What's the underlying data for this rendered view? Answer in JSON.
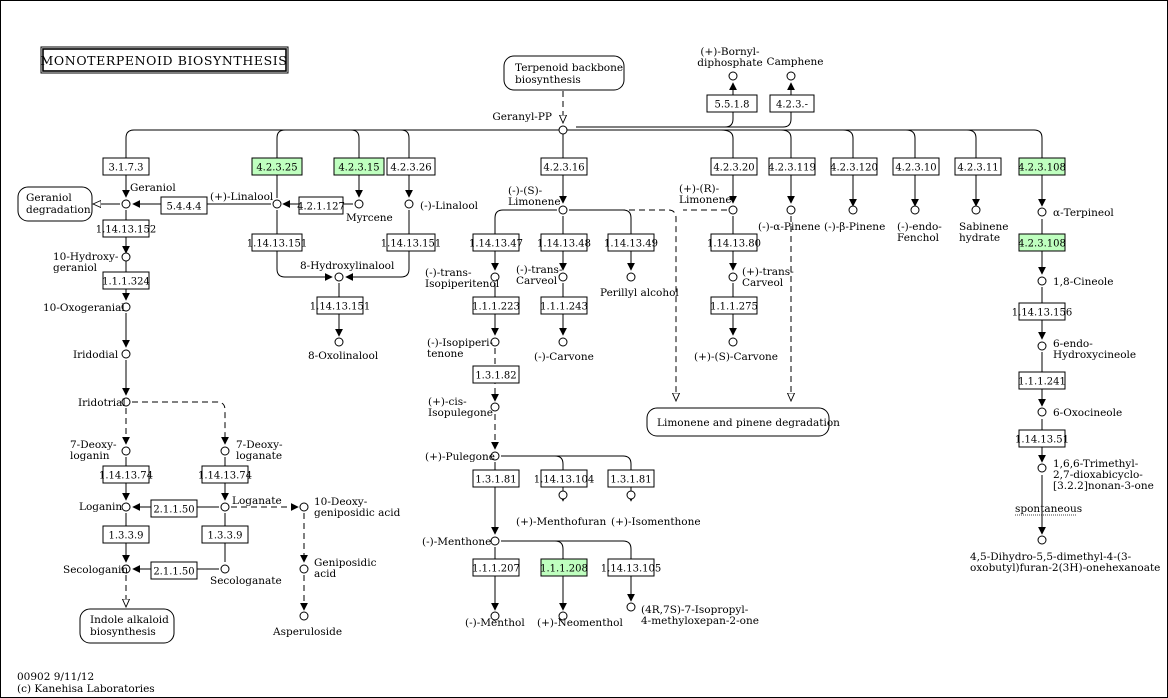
{
  "title": "MONOTERPENOID BIOSYNTHESIS",
  "footer": [
    "00902 9/11/12",
    "(c) Kanehisa Laboratories"
  ],
  "colors": {
    "highlight": "#bfffbf",
    "line": "#000000",
    "background": "#ffffff"
  },
  "maps": {
    "terpenoid_backbone": [
      "Terpenoid backbone",
      "biosynthesis"
    ],
    "geraniol_degradation": [
      "Geraniol",
      "degradation"
    ],
    "indole_alkaloid": [
      "Indole alkaloid",
      "biosynthesis"
    ],
    "limonene_pinene": [
      "Limonene and pinene degradation"
    ]
  },
  "compounds": {
    "geranyl_pp": [
      "Geranyl-PP"
    ],
    "bornyl_pp": [
      "(+)-Bornyl-",
      "diphosphate"
    ],
    "camphene": [
      "Camphene"
    ],
    "geraniol": [
      "Geraniol"
    ],
    "plus_linalool": [
      "(+)-Linalool"
    ],
    "myrcene": [
      "Myrcene"
    ],
    "minus_linalool": [
      "(-)-Linalool"
    ],
    "limonene_s": [
      "(-)-(S)-",
      "Limonene"
    ],
    "limonene_r": [
      "(+)-(R)-",
      "Limonene"
    ],
    "alpha_pinene": [
      "(-)-α-Pinene"
    ],
    "beta_pinene": [
      "(-)-β-Pinene"
    ],
    "endo_fenchol": [
      "(-)-endo-",
      "Fenchol"
    ],
    "sabinene_hydrate": [
      "Sabinene",
      "hydrate"
    ],
    "alpha_terpineol": [
      "α-Terpineol"
    ],
    "hydroxygeraniol": [
      "10-Hydroxy-",
      "geraniol"
    ],
    "oxogeranial": [
      "10-Oxogeranial"
    ],
    "iridodial": [
      "Iridodial"
    ],
    "iridotrial": [
      "Iridotrial"
    ],
    "deoxyloganin": [
      "7-Deoxy-",
      "loganin"
    ],
    "deoxyloganate": [
      "7-Deoxy-",
      "loganate"
    ],
    "loganin": [
      "Loganin"
    ],
    "loganate": [
      "Loganate"
    ],
    "deoxygeniposidic": [
      "10-Deoxy-",
      "geniposidic acid"
    ],
    "secologanin": [
      "Secologanin"
    ],
    "secologanate": [
      "Secologanate"
    ],
    "geniposidic": [
      "Geniposidic",
      "acid"
    ],
    "asperuloside": [
      "Asperuloside"
    ],
    "hydroxylinalool": [
      "8-Hydroxylinalool"
    ],
    "oxolinalool": [
      "8-Oxolinalool"
    ],
    "trans_isopiperitenol": [
      "(-)-trans-",
      "Isopiperitenol"
    ],
    "trans_carveol_minus": [
      "(-)-trans-",
      "Carveol"
    ],
    "perillyl": [
      "Perillyl alcohol"
    ],
    "trans_carveol_plus": [
      "(+)-trans-",
      "Carveol"
    ],
    "isopiperitenone": [
      "(-)-Isopiperi-",
      "tenone"
    ],
    "carvone_minus": [
      "(-)-Carvone"
    ],
    "carvone_plus": [
      "(+)-(S)-Carvone"
    ],
    "isopulegone": [
      "(+)-cis-",
      "Isopulegone"
    ],
    "pulegone": [
      "(+)-Pulegone"
    ],
    "menthofuran": [
      "(+)-Menthofuran"
    ],
    "isomenthone": [
      "(+)-Isomenthone"
    ],
    "menthone": [
      "(-)-Menthone"
    ],
    "menthol": [
      "(-)-Menthol"
    ],
    "neomenthol": [
      "(+)-Neomenthol"
    ],
    "isopropyl_oxepanone": [
      "(4R,7S)-7-Isopropyl-",
      "4-methyloxepan-2-one"
    ],
    "cineole": [
      "1,8-Cineole"
    ],
    "hydroxycineole": [
      "6-endo-",
      "Hydroxycineole"
    ],
    "oxocineole": [
      "6-Oxocineole"
    ],
    "trimethyl": [
      "1,6,6-Trimethyl-",
      "2,7-dioxabicyclo-",
      "[3.2.2]nonan-3-one"
    ],
    "dihydro": [
      "4,5-Dihydro-5,5-dimethyl-4-(3-",
      "oxobutyl)furan-2(3H)-onehexanoate"
    ]
  },
  "enzymes": {
    "e5518": "5.5.1.8",
    "e423": "4.2.3.-",
    "e3173": "3.1.7.3",
    "e42325": "4.2.3.25",
    "e42315": "4.2.3.15",
    "e42326": "4.2.3.26",
    "e42316": "4.2.3.16",
    "e42320": "4.2.3.20",
    "e423119": "4.2.3.119",
    "e423120": "4.2.3.120",
    "e42310": "4.2.3.10",
    "e42311": "4.2.3.11",
    "e423108a": "4.2.3.108",
    "e5444": "5.4.4.4",
    "e421127": "4.2.1.127",
    "e1141352": "1.14.13.152",
    "e1141351a": "1.14.13.151",
    "e1141351b": "1.14.13.151",
    "e1141351c": "1.14.13.151",
    "e1141347": "1.14.13.47",
    "e1141348": "1.14.13.48",
    "e1141349": "1.14.13.49",
    "e1141380": "1.14.13.80",
    "e423108b": "4.2.3.108",
    "e111324": "1.1.1.324",
    "e111223": "1.1.1.223",
    "e111243": "1.1.1.243",
    "e111275": "1.1.1.275",
    "e1141356": "1.14.13.156",
    "e13182": "1.3.1.82",
    "e111241": "1.1.1.241",
    "e1141374a": "1.14.13.74",
    "e1141374b": "1.14.13.74",
    "e1141351d": "1.14.13.51",
    "e21150a": "2.1.1.50",
    "e13181a": "1.3.1.81",
    "e11413104": "1.14.13.104",
    "e13181b": "1.3.1.81",
    "e1339a": "1.3.3.9",
    "e1339b": "1.3.3.9",
    "e21150b": "2.1.1.50",
    "e111207": "1.1.1.207",
    "e111208": "1.1.1.208",
    "e11413105": "1.14.13.105"
  },
  "labels": {
    "spontaneous": "spontaneous"
  }
}
